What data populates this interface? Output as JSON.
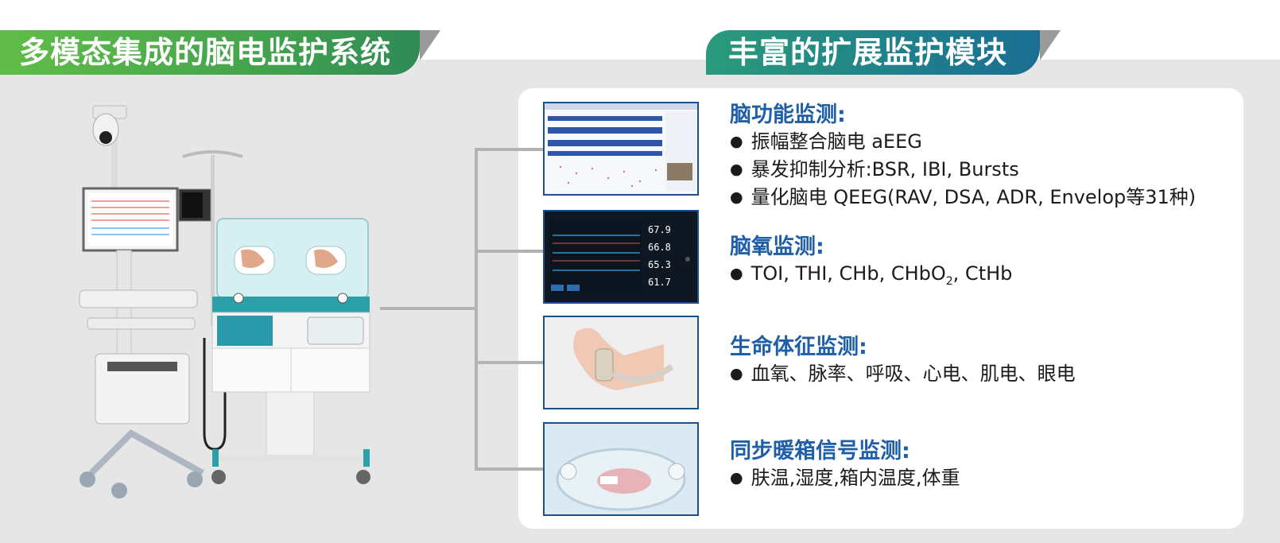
{
  "left_tag": {
    "title": "多模态集成的脑电监护系统"
  },
  "right_tag": {
    "title": "丰富的扩展监护模块"
  },
  "modules": [
    {
      "title": "脑功能监测:",
      "thumbnail": "eeg-software-screen",
      "items": [
        "振幅整合脑电 aEEG",
        "暴发抑制分析:BSR, IBI, Bursts",
        "量化脑电 QEEG(RAV, DSA, ADR, Envelop等31种)"
      ]
    },
    {
      "title": "脑氧监测:",
      "thumbnail": "cerebral-oximeter-monitor",
      "items_rich": {
        "prefix": "TOI, THI, CHb, CHbO",
        "sub": "2",
        "suffix": ", CtHb"
      }
    },
    {
      "title": "生命体征监测:",
      "thumbnail": "infant-foot-spo2-sensor",
      "items": [
        "血氧、脉率、呼吸、心电、肌电、眼电"
      ]
    },
    {
      "title": "同步暖箱信号监测:",
      "thumbnail": "incubator-photo",
      "items": [
        "肤温,湿度,箱内温度,体重"
      ]
    }
  ],
  "monitor_readouts": [
    "67.9",
    "66.8",
    "65.3",
    "61.7"
  ],
  "colors": {
    "green": "#4caf50",
    "teal": "#1f7f8c",
    "title_blue": "#1f5fa8",
    "border_blue": "#1d4f8a"
  }
}
